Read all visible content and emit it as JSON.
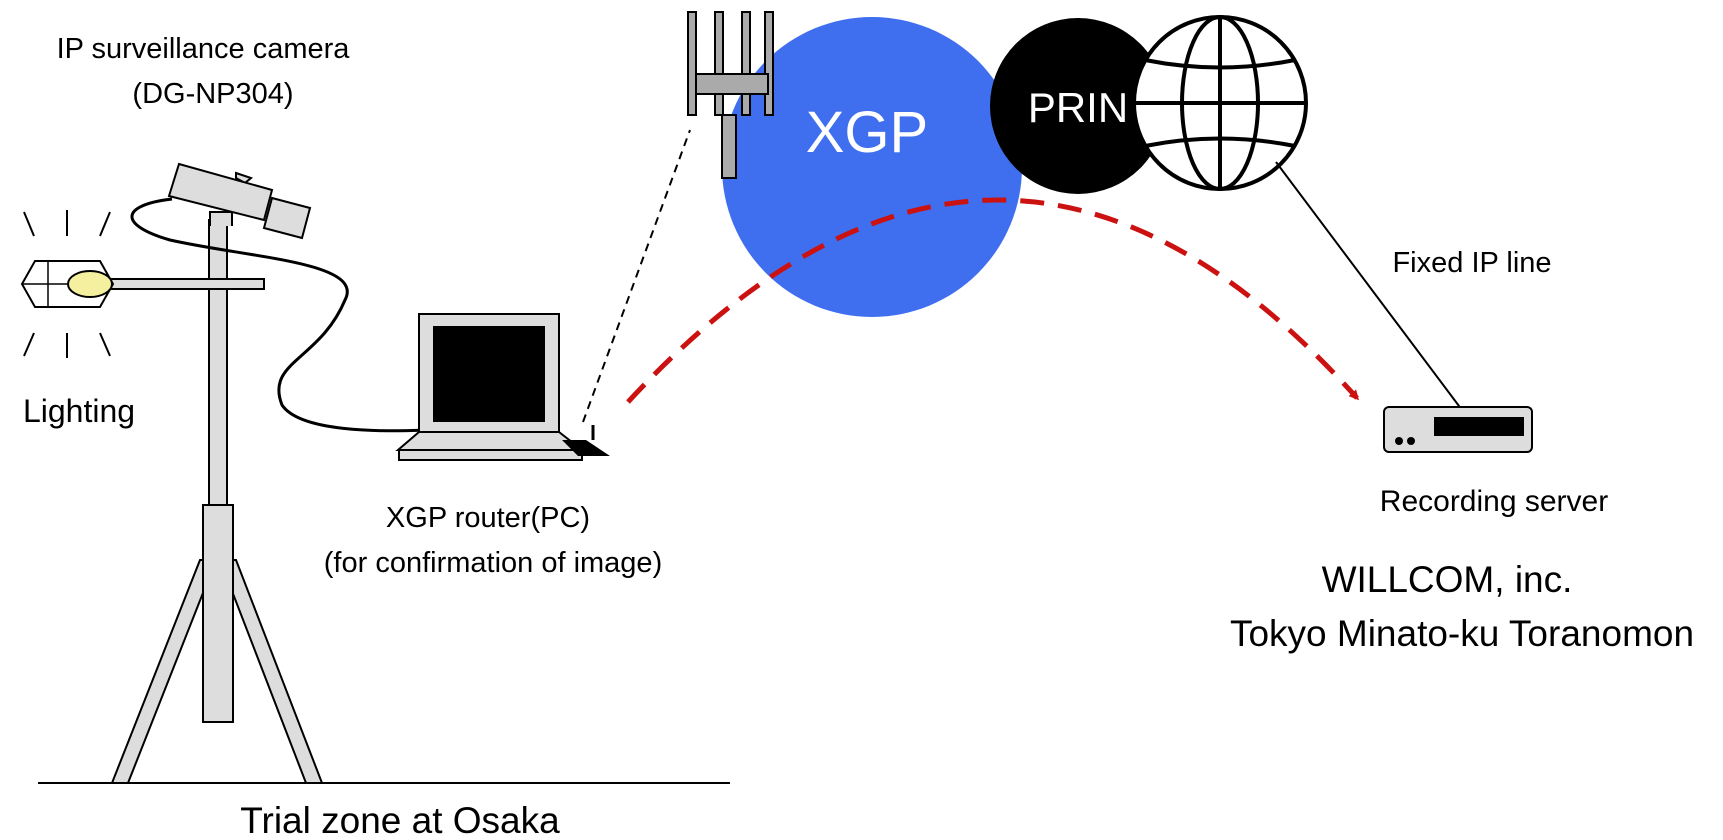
{
  "labels": {
    "camera_line1": "IP surveillance camera",
    "camera_line2": "(DG-NP304)",
    "lighting": "Lighting",
    "router_line1": "XGP router(PC)",
    "router_line2": "(for confirmation of image)",
    "xgp": "XGP",
    "prin": "PRIN",
    "fixed_ip": "Fixed IP line",
    "recording_server": "Recording server",
    "company_line1": "WILLCOM, inc.",
    "company_line2": "Tokyo Minato-ku Toranomon",
    "trial_zone": "Trial zone at Osaka"
  },
  "colors": {
    "xgp_cloud": "#3F6EEF",
    "prin_cloud": "#000000",
    "link_arrow": "#CC1111",
    "equipment_fill": "#DDDDDD",
    "lamp_bulb": "#F4F0A0"
  }
}
